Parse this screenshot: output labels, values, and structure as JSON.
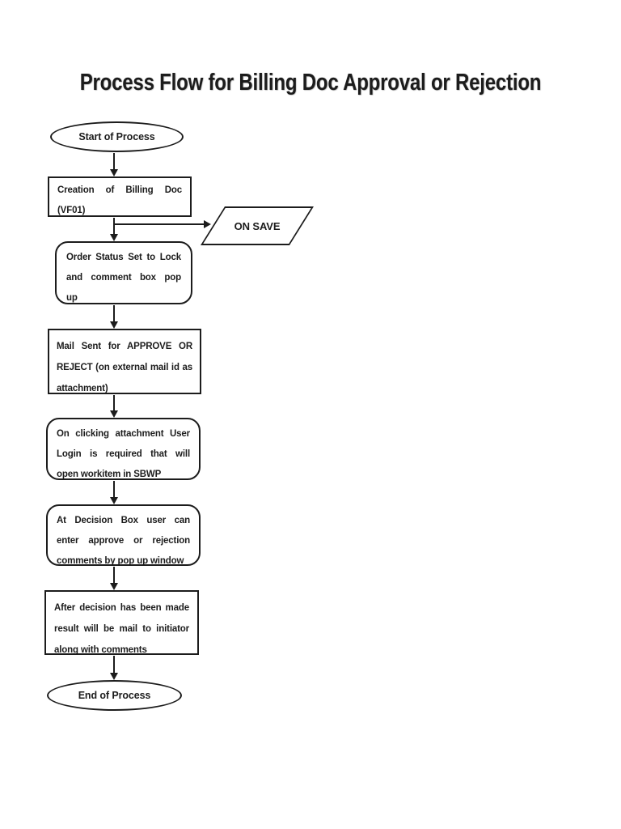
{
  "page": {
    "title": "Process Flow for Billing Doc Approval or Rejection",
    "background_color": "#ffffff",
    "ink_color": "#1c1c1c"
  },
  "flowchart": {
    "nodes": [
      {
        "id": "start",
        "shape": "ellipse",
        "label": "Start of Process"
      },
      {
        "id": "creation-billing-doc",
        "shape": "rectangle",
        "lines": [
          "Creation of Billing Doc",
          "(VF01)"
        ]
      },
      {
        "id": "on-save",
        "shape": "parallelogram",
        "label": "ON SAVE"
      },
      {
        "id": "order-status-lock",
        "shape": "rounded-rectangle",
        "lines": [
          "Order Status Set to Lock",
          "and comment box pop",
          "up"
        ]
      },
      {
        "id": "mail-sent",
        "shape": "rectangle",
        "lines": [
          "Mail Sent for APPROVE OR",
          "REJECT (on external mail id as",
          "attachment)"
        ]
      },
      {
        "id": "attachment-login",
        "shape": "rounded-rectangle",
        "lines": [
          "On clicking attachment User",
          "Login is required that will",
          "open workitem in SBWP"
        ]
      },
      {
        "id": "decision-box",
        "shape": "rounded-rectangle",
        "lines": [
          "At Decision Box user can",
          "enter approve or rejection",
          "comments by pop up window"
        ]
      },
      {
        "id": "result-mail",
        "shape": "rectangle",
        "lines": [
          "After decision has been made",
          "result will be mail to initiator",
          "along with comments"
        ]
      },
      {
        "id": "end",
        "shape": "ellipse",
        "label": "End of Process"
      }
    ],
    "edges": [
      {
        "from": "start",
        "to": "creation-billing-doc",
        "direction": "down"
      },
      {
        "from": "creation-billing-doc",
        "to": "on-save",
        "direction": "right"
      },
      {
        "from": "creation-billing-doc",
        "to": "order-status-lock",
        "direction": "down"
      },
      {
        "from": "order-status-lock",
        "to": "mail-sent",
        "direction": "down"
      },
      {
        "from": "mail-sent",
        "to": "attachment-login",
        "direction": "down"
      },
      {
        "from": "attachment-login",
        "to": "decision-box",
        "direction": "down"
      },
      {
        "from": "decision-box",
        "to": "result-mail",
        "direction": "down"
      },
      {
        "from": "result-mail",
        "to": "end",
        "direction": "down"
      }
    ]
  }
}
